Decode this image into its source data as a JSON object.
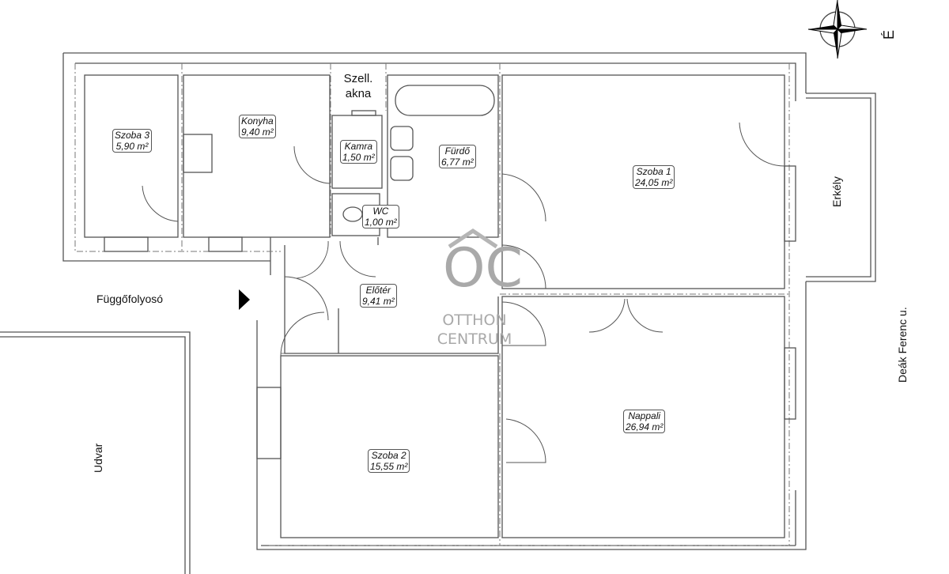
{
  "plan": {
    "rooms": [
      {
        "name": "Szoba 3",
        "area": "5,90 m²"
      },
      {
        "name": "Konyha",
        "area": "9,40 m²"
      },
      {
        "name": "Kamra",
        "area": "1,50 m²"
      },
      {
        "name": "Fürdő",
        "area": "6,77 m²"
      },
      {
        "name": "WC",
        "area": "1,00 m²"
      },
      {
        "name": "Szoba 1",
        "area": "24,05 m²"
      },
      {
        "name": "Előtér",
        "area": "9,41 m²"
      },
      {
        "name": "Nappali",
        "area": "26,94 m²"
      },
      {
        "name": "Szoba 2",
        "area": "15,55 m²"
      }
    ],
    "shaft_line1": "Szell.",
    "shaft_line2": "akna",
    "corridor": "Függőfolyosó",
    "courtyard": "Udvar",
    "balcony": "Erkély",
    "street": "Deák Ferenc u.",
    "north": "É"
  },
  "watermark": {
    "logo": "OC",
    "line1": "OTTHON",
    "line2": "CENTRUM"
  }
}
